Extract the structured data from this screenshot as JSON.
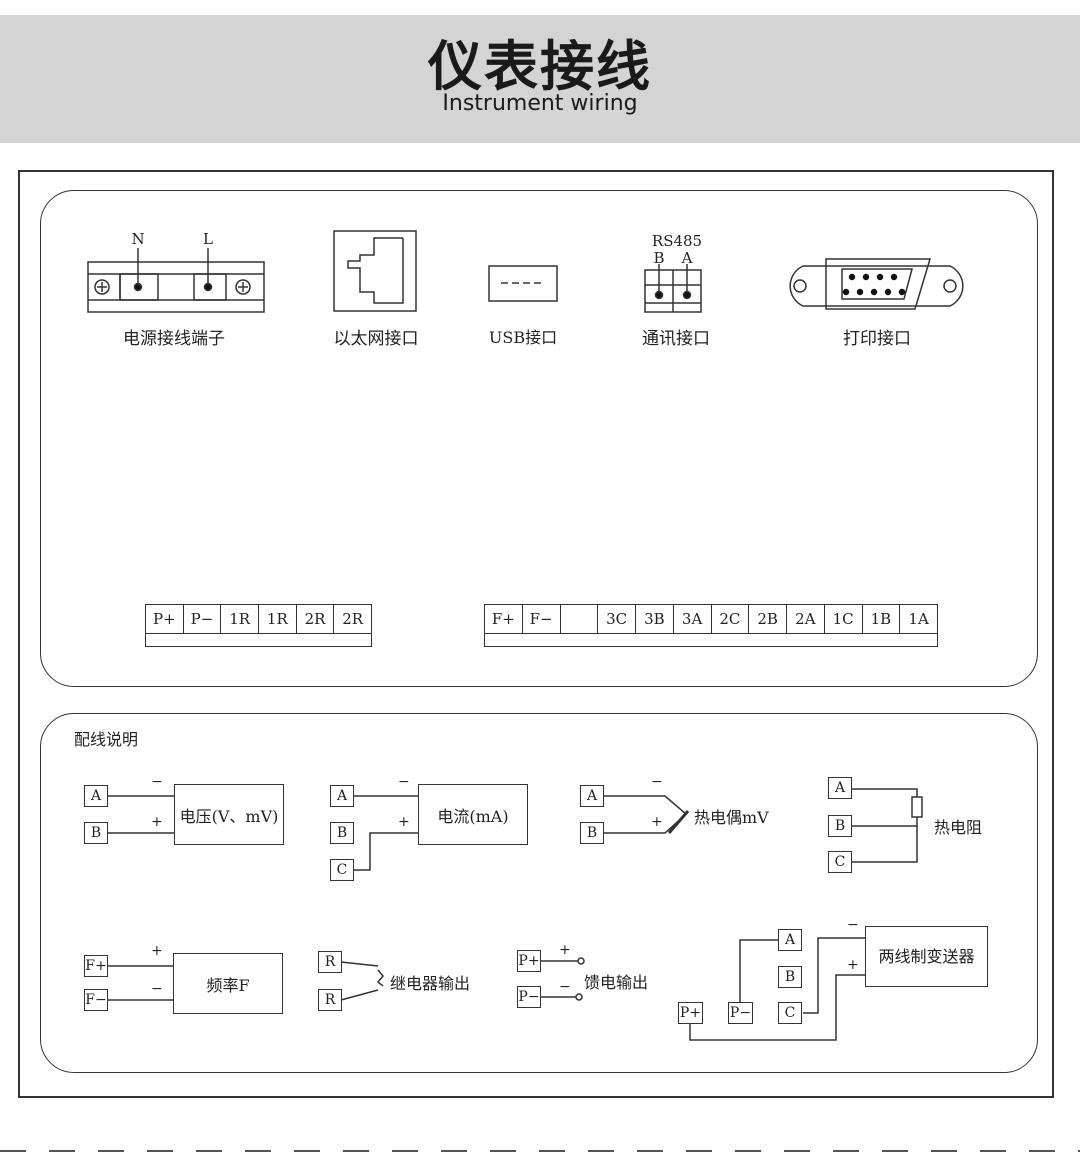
{
  "header": {
    "title": "仪表接线",
    "subtitle": "Instrument wiring"
  },
  "ports": {
    "power": {
      "label": "电源接线端子",
      "n": "N",
      "l": "L"
    },
    "ethernet": {
      "label": "以太网接口"
    },
    "usb": {
      "label": "USB接口"
    },
    "comm": {
      "label": "通讯接口",
      "protocol": "RS485",
      "b": "B",
      "a": "A"
    },
    "printer": {
      "label": "打印接口"
    }
  },
  "terminals": {
    "left": [
      "P+",
      "P−",
      "1R",
      "1R",
      "2R",
      "2R"
    ],
    "right": [
      "F+",
      "F−",
      "",
      "3C",
      "3B",
      "3A",
      "2C",
      "2B",
      "2A",
      "1C",
      "1B",
      "1A"
    ]
  },
  "wiring": {
    "title": "配线说明",
    "voltage": {
      "a": "A",
      "b": "B",
      "minus": "−",
      "plus": "+",
      "label": "电压(V、mV)"
    },
    "current": {
      "a": "A",
      "b": "B",
      "c": "C",
      "minus": "−",
      "plus": "+",
      "label": "电流(mA)"
    },
    "thermocouple": {
      "a": "A",
      "b": "B",
      "minus": "−",
      "plus": "+",
      "label": "热电偶mV"
    },
    "rtd": {
      "a": "A",
      "b": "B",
      "c": "C",
      "label": "热电阻"
    },
    "frequency": {
      "fplus": "F+",
      "fminus": "F−",
      "plus": "+",
      "minus": "−",
      "label": "频率F"
    },
    "relay": {
      "r1": "R",
      "r2": "R",
      "label": "继电器输出"
    },
    "feed": {
      "pplus": "P+",
      "pminus": "P−",
      "plus": "+",
      "minus": "−",
      "label": "馈电输出"
    },
    "transmitter": {
      "a": "A",
      "b": "B",
      "c": "C",
      "pplus": "P+",
      "pminus": "P−",
      "minus": "−",
      "plus": "+",
      "label": "两线制变送器"
    }
  }
}
